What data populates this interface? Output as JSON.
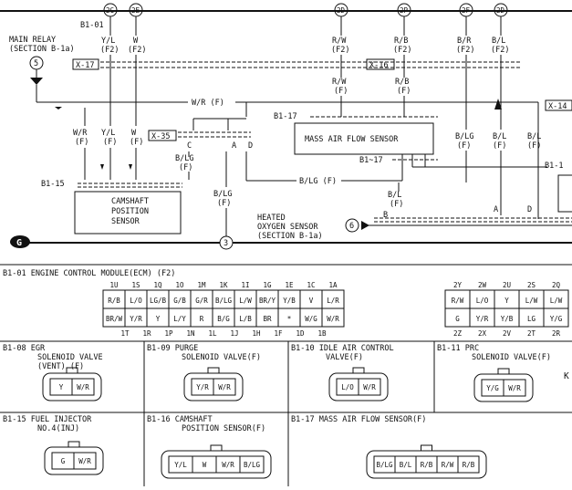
{
  "top": {
    "circles": [
      "2G",
      "2E",
      "2D",
      "2P",
      "2F",
      "2D"
    ],
    "b101_top": "B1-01",
    "wires_top": [
      {
        "color": "Y/L",
        "conn": "(F2)"
      },
      {
        "color": "W",
        "conn": "(F2)"
      },
      {
        "color": "R/W",
        "conn": "(F2)"
      },
      {
        "color": "R/B",
        "conn": "(F2)"
      },
      {
        "color": "B/R",
        "conn": "(F2)"
      },
      {
        "color": "B/L",
        "conn": "(F2)"
      }
    ],
    "main_relay": "MAIN RELAY",
    "main_relay_sec": "(SECTION B-1a)",
    "relay_circle": "5",
    "tag_x17": "X-17",
    "tag_x16": "X-16",
    "tag_x35": "X-35",
    "tag_x14": "X-14",
    "wr_f": "W/R (F)",
    "b117a": "B1-17",
    "b117b": "B1~17",
    "b115": "B1-15",
    "b11_partial": "B1-1",
    "maf_box": "MASS AIR FLOW SENSOR",
    "rw_f": [
      "R/W",
      "(F)"
    ],
    "rb_f": [
      "R/B",
      "(F)"
    ],
    "left_wires": [
      {
        "color": "W/R",
        "conn": "(F)"
      },
      {
        "color": "Y/L",
        "conn": "(F)"
      },
      {
        "color": "W",
        "conn": "(F)"
      }
    ],
    "cad": [
      "C",
      "A",
      "D"
    ],
    "blg_f_a": [
      "B/LG",
      "(F)"
    ],
    "blg_f_b": [
      "B/LG",
      "(F)"
    ],
    "blg_f_c": [
      "B/LG",
      "(F)"
    ],
    "bl_f_1": [
      "B/L",
      "(F)"
    ],
    "bl_f_2": [
      "B/L",
      "(F)"
    ],
    "bl_f_3": [
      "B/L",
      "(F)"
    ],
    "blg_horiz": "B/LG (F)",
    "b_label": "B",
    "a_label": "A",
    "d_label": "D",
    "cam_box": [
      "CAMSHAFT",
      "POSITION",
      "SENSOR"
    ],
    "ho2s": [
      "HEATED",
      "OXYGEN SENSOR",
      "(SECTION B-1a)"
    ],
    "ho2s_circle": "6",
    "ground_g": "G",
    "ground_circle": "3"
  },
  "ecm": {
    "title": "B1-01 ENGINE CONTROL MODULE(ECM) (F2)",
    "pins_top_left": [
      "1U",
      "1S",
      "1Q",
      "1O",
      "1M",
      "1K",
      "1I",
      "1G",
      "1E",
      "1C",
      "1A"
    ],
    "row1_left": [
      "R/B",
      "L/O",
      "LG/B",
      "G/B",
      "G/R",
      "B/LG",
      "L/W",
      "BR/Y",
      "Y/B",
      "V",
      "L/R"
    ],
    "row2_left": [
      "BR/W",
      "Y/R",
      "Y",
      "L/Y",
      "R",
      "B/G",
      "L/B",
      "BR",
      "*",
      "W/G",
      "W/R"
    ],
    "pins_bot_left": [
      "1T",
      "1R",
      "1P",
      "1N",
      "1L",
      "1J",
      "1H",
      "1F",
      "1D",
      "1B"
    ],
    "pins_top_right": [
      "2Y",
      "2W",
      "2U",
      "2S",
      "2Q"
    ],
    "row1_right": [
      "R/W",
      "L/O",
      "Y",
      "L/W",
      "L/W"
    ],
    "row2_right": [
      "G",
      "Y/R",
      "Y/B",
      "LG",
      "Y/G"
    ],
    "pins_bot_right": [
      "2Z",
      "2X",
      "2V",
      "2T",
      "2R"
    ]
  },
  "connectors": [
    {
      "id": "B1-08",
      "title": [
        "B1-08 EGR",
        "SOLENOID VALVE",
        "(VENT) (F)"
      ],
      "pins": [
        "Y",
        "W/R"
      ]
    },
    {
      "id": "B1-09",
      "title": [
        "B1-09 PURGE",
        "SOLENOID VALVE(F)"
      ],
      "pins": [
        "Y/R",
        "W/R"
      ]
    },
    {
      "id": "B1-10",
      "title": [
        "B1-10 IDLE AIR CONTROL",
        "VALVE(F)"
      ],
      "pins": [
        "L/O",
        "W/R"
      ]
    },
    {
      "id": "B1-11",
      "title": [
        "B1-11 PRC",
        "SOLENOID VALVE(F)"
      ],
      "pins": [
        "Y/G",
        "W/R"
      ]
    },
    {
      "id": "B1-15",
      "title": [
        "B1-15 FUEL INJECTOR",
        "NO.4(INJ)"
      ],
      "pins": [
        "G",
        "W/R"
      ]
    },
    {
      "id": "B1-16",
      "title": [
        "B1-16 CAMSHAFT",
        "POSITION SENSOR(F)"
      ],
      "pins": [
        "Y/L",
        "W",
        "W/R",
        "B/LG"
      ]
    },
    {
      "id": "B1-17",
      "title": [
        "B1-17 MASS AIR FLOW SENSOR(F)"
      ],
      "pins": [
        "B/LG",
        "B/L",
        "R/B",
        "R/W",
        "R/B"
      ]
    }
  ],
  "k_partial": "K"
}
